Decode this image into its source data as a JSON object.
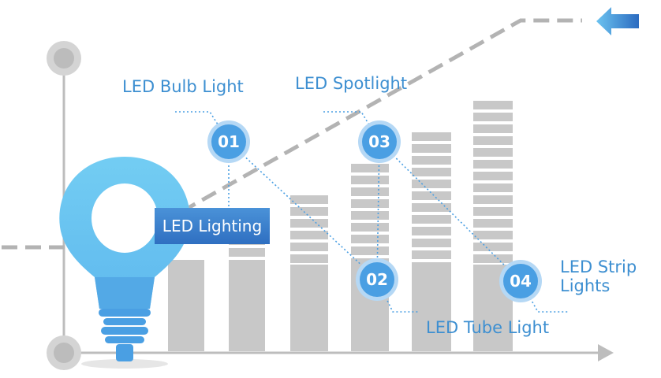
{
  "center_label": "LED Lighting",
  "items": [
    {
      "number": "01",
      "label": "LED Bulb Light"
    },
    {
      "number": "02",
      "label": "LED Tube Light"
    },
    {
      "number": "03",
      "label": "LED Spotlight"
    },
    {
      "number": "04",
      "label": "LED Strip Lights"
    }
  ],
  "colors": {
    "accent": "#4a9fe3",
    "accent_light": "#6fcbf2",
    "bar": "#c8c8c8",
    "axis": "#bdbdbd",
    "dashed_line": "#b3b3b3",
    "label_text": "#3d8fd1"
  }
}
